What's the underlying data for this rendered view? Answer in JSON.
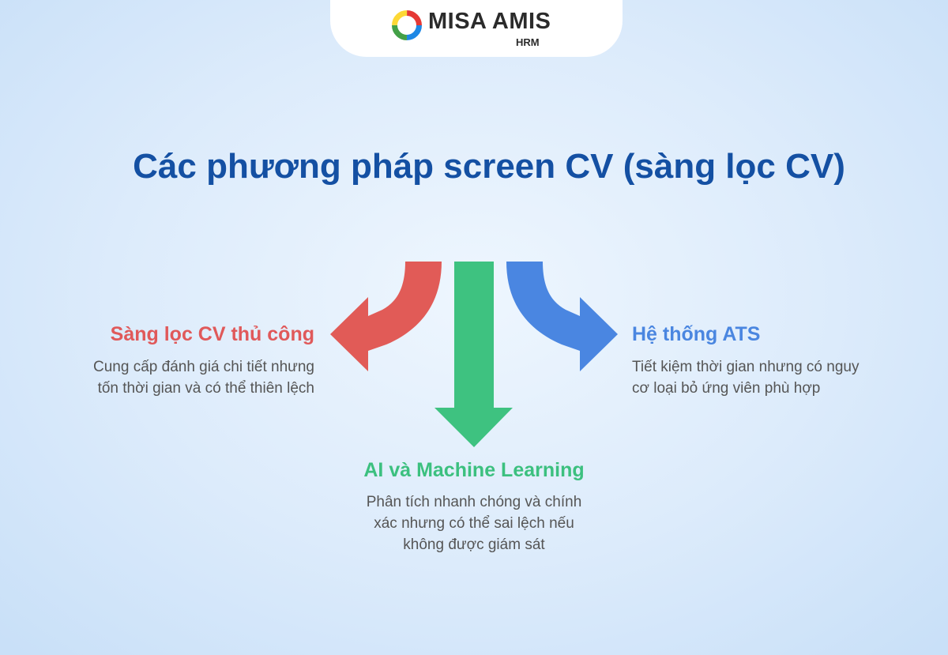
{
  "logo": {
    "brand": "MISA AMIS",
    "product": "HRM"
  },
  "title": "Các phương pháp screen CV (sàng lọc CV)",
  "methods": [
    {
      "heading": "Sàng lọc CV thủ công",
      "description": "Cung cấp đánh giá chi tiết nhưng tốn thời gian và có thể thiên lệch",
      "color": "#e0595a"
    },
    {
      "heading": "AI và Machine Learning",
      "description": "Phân tích nhanh chóng và chính xác nhưng có thể sai lệch nếu không được giám sát",
      "color": "#3cc07f"
    },
    {
      "heading": "Hệ thống ATS",
      "description": "Tiết kiệm thời gian nhưng có nguy cơ loại bỏ ứng viên phù hợp",
      "color": "#4a86e0"
    }
  ],
  "colors": {
    "title": "#1450a3",
    "description_text": "#555555"
  }
}
